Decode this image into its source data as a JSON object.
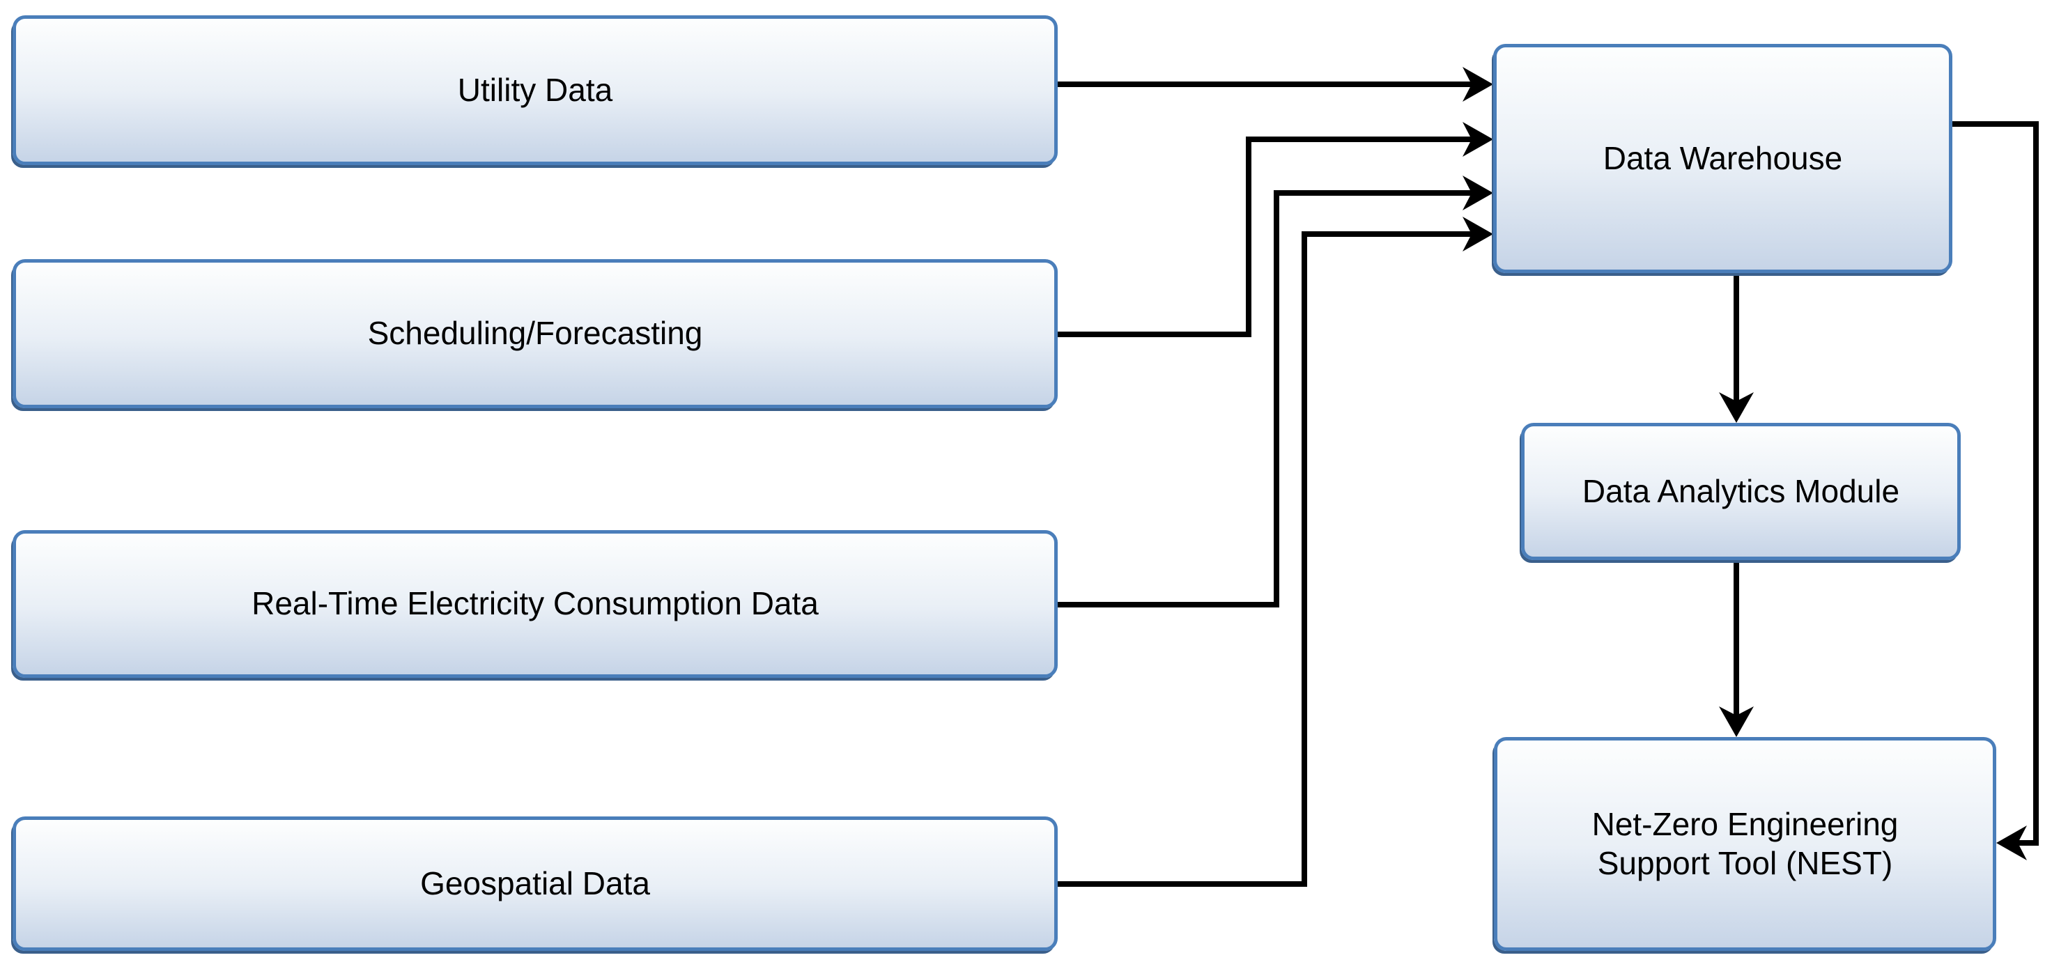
{
  "diagram": {
    "nodes": {
      "utility": {
        "label": "Utility Data"
      },
      "scheduling": {
        "label": "Scheduling/Forecasting"
      },
      "realtime": {
        "label": "Real-Time Electricity Consumption Data"
      },
      "geospatial": {
        "label": "Geospatial Data"
      },
      "warehouse": {
        "label": "Data Warehouse"
      },
      "analytics": {
        "label": "Data Analytics Module"
      },
      "nest": {
        "label": "Net-Zero Engineering Support Tool (NEST)"
      }
    },
    "edges": [
      {
        "from": "Utility Data",
        "to": "Data Warehouse"
      },
      {
        "from": "Scheduling/Forecasting",
        "to": "Data Warehouse"
      },
      {
        "from": "Real-Time Electricity Consumption Data",
        "to": "Data Warehouse"
      },
      {
        "from": "Geospatial Data",
        "to": "Data Warehouse"
      },
      {
        "from": "Data Warehouse",
        "to": "Data Analytics Module"
      },
      {
        "from": "Data Analytics Module",
        "to": "Net-Zero Engineering Support Tool (NEST)"
      },
      {
        "from": "Data Warehouse",
        "to": "Net-Zero Engineering Support Tool (NEST)"
      }
    ],
    "colors": {
      "border": "#4a7eba",
      "fill_top": "#fdfefe",
      "fill_mid": "#e9eff6",
      "fill_bottom": "#c6d4e7",
      "connector": "#000000",
      "text": "#000000",
      "shadow": "#3a5f8b",
      "bg": "#ffffff"
    }
  }
}
